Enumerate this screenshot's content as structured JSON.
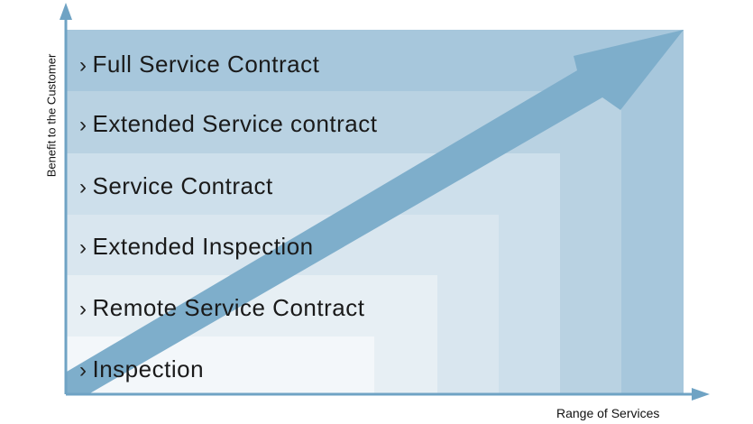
{
  "diagram": {
    "y_axis_label": "Benefit to the Customer",
    "x_axis_label": "Range of Services",
    "chevron_icon": "›",
    "levels": [
      {
        "label": "Inspection",
        "color": "#f3f7fa"
      },
      {
        "label": "Remote Service Contract",
        "color": "#e7eff4"
      },
      {
        "label": "Extended Inspection",
        "color": "#d9e6ef"
      },
      {
        "label": "Service Contract",
        "color": "#cddfeb"
      },
      {
        "label": "Extended Service contract",
        "color": "#b9d2e2"
      },
      {
        "label": "Full Service Contract",
        "color": "#a7c7dc"
      }
    ],
    "arrow_color": "#7eaecb",
    "axis_color": "#6fa3c4"
  }
}
